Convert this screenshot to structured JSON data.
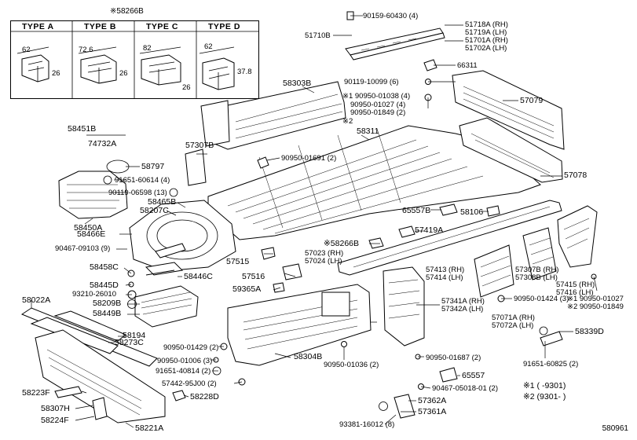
{
  "header": {
    "ref": "※58266B"
  },
  "types": [
    {
      "label": "TYPE  A",
      "dims": [
        "62",
        "26"
      ]
    },
    {
      "label": "TYPE  B",
      "dims": [
        "72.6",
        "26"
      ]
    },
    {
      "label": "TYPE  C",
      "dims": [
        "82",
        "26"
      ]
    },
    {
      "label": "TYPE  D",
      "dims": [
        "62",
        "37.8"
      ]
    }
  ],
  "labels": {
    "l1": "90159-60430 (4)",
    "l2": "51710B",
    "l3a": "51718A (RH)",
    "l3b": "51719A (LH)",
    "l3c": "51701A (RH)",
    "l3d": "51702A (LH)",
    "l4": "66311",
    "l5": "90119-10099 (6)",
    "l6": "※1  90950-01038 (4)",
    "l7": "90950-01027 (4)",
    "l8": "90950-01849 (2)",
    "l8b": "※2",
    "l9": "58303B",
    "l10": "57079",
    "l11": "58311",
    "l12": "58451B",
    "l13": "74732A",
    "l14": "58797",
    "l15": "91651-60614 (4)",
    "l16": "90119-06598 (13)",
    "l17": "58465B",
    "l18": "58207C",
    "l19": "57307B",
    "l20": "90950-01691 (2)",
    "l21": "57078",
    "l22": "58450A",
    "l23": "58466E",
    "l24": "90467-09103 (9)",
    "l25": "65557B",
    "l26": "58106",
    "l27": "57419A",
    "l28": "※58266B",
    "l29a": "57023 (RH)",
    "l29b": "57024 (LH)",
    "l30": "57515",
    "l31": "58458C",
    "l32": "58446C",
    "l33": "57516",
    "l34a": "57413 (RH)",
    "l34b": "57414 (LH)",
    "l35a": "57307B (RH)",
    "l35b": "57308B (LH)",
    "l36": "58445D",
    "l37": "93210-26010",
    "l38": "59365A",
    "l39": "58209B",
    "l40": "58449B",
    "l41a": "57415 (RH)",
    "l41b": "57416 (LH)",
    "l42": "90950-01424 (3)",
    "l43a": "※1 90950-01027",
    "l43b": "※2 90950-01849",
    "l44": "58022A",
    "l45a": "57341A (RH)",
    "l45b": "57342A (LH)",
    "l46a": "57071A (RH)",
    "l46b": "57072A (LH)",
    "l47": "58194",
    "l48": "58339D",
    "l49": "90950-01429 (2)",
    "l50": "58304B",
    "l51": "90950-01006 (3)",
    "l52": "58273C",
    "l53": "90950-01036 (2)",
    "l54": "91651-40814 (2)",
    "l55": "90950-01687 (2)",
    "l56": "91651-60825 (2)",
    "l57": "57442-95J00 (2)",
    "l58": "65557",
    "l59": "58228D",
    "l60": "58223F",
    "l61": "90467-05018-01 (2)",
    "l62": "58307H",
    "l63": "57362A",
    "l64": "58224F",
    "l65": "93381-16012 (8)",
    "l66": "57361A",
    "l67": "58221A"
  },
  "legend": {
    "n1": "※1 (        -9301)",
    "n2": "※2 (9301-        )"
  },
  "code": "580961"
}
